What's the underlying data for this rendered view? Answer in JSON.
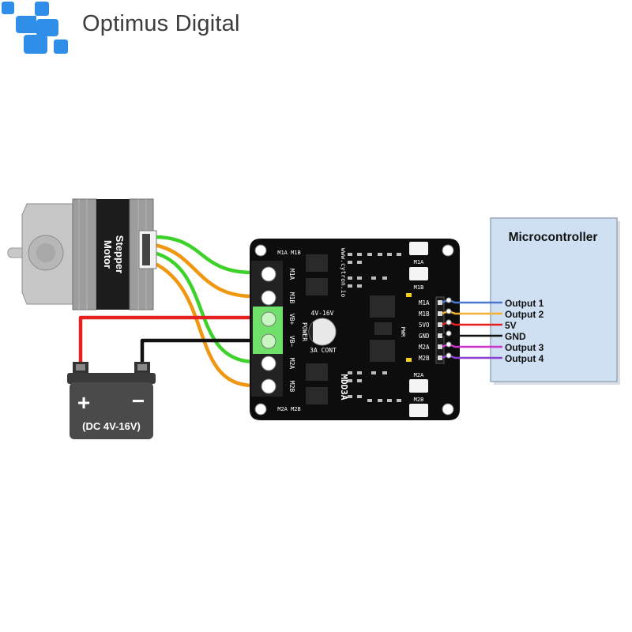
{
  "brand": {
    "name": "Optimus Digital",
    "logo_color": "#2f8fe8"
  },
  "motor": {
    "label_line1": "Stepper",
    "label_line2": "Motor"
  },
  "battery": {
    "plus": "+",
    "minus": "−",
    "label": "(DC 4V-16V)"
  },
  "board": {
    "name": "MDD3A",
    "website": "www.cytron.io",
    "voltage": "4V-16V",
    "current": "3A CONT",
    "power_label": "POWER",
    "terminal_labels": [
      "M1A",
      "M1B",
      "VB+",
      "VB−",
      "M2A",
      "M2B"
    ],
    "top_header": "M1A M1B",
    "bottom_header": "M2A M2B",
    "buttons": [
      "M1A",
      "M1B",
      "M2A",
      "M2B"
    ],
    "pin_labels": [
      "M1A",
      "M1B",
      "5VO",
      "GND",
      "M2A",
      "M2B"
    ],
    "pwr": "PWR"
  },
  "microcontroller": {
    "title": "Microcontroller"
  },
  "wires": [
    {
      "label": "Output 1",
      "color": "#4a78d0"
    },
    {
      "label": "Output 2",
      "color": "#f2b233"
    },
    {
      "label": "5V",
      "color": "#e62020"
    },
    {
      "label": "GND",
      "color": "#111111"
    },
    {
      "label": "Output 3",
      "color": "#cc33cc"
    },
    {
      "label": "Output 4",
      "color": "#8a3fd0"
    }
  ],
  "colors": {
    "green_wire": "#3dd22a",
    "orange_wire": "#f0960f",
    "red_wire": "#e62020",
    "black_wire": "#111111",
    "mcu_fill": "#cfe0f2"
  }
}
